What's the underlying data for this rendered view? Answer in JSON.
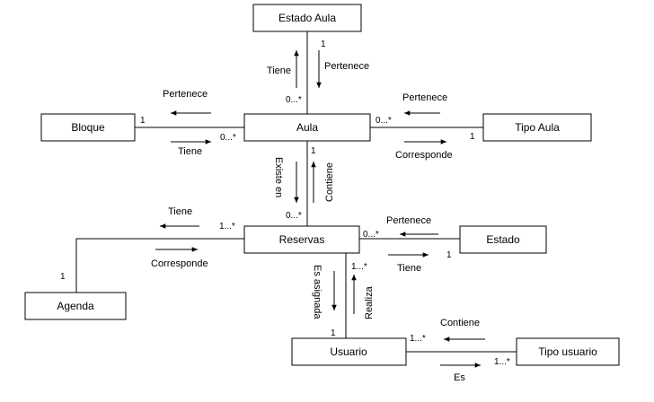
{
  "entities": {
    "estado_aula": "Estado Aula",
    "bloque": "Bloque",
    "aula": "Aula",
    "tipo_aula": "Tipo Aula",
    "reservas": "Reservas",
    "estado": "Estado",
    "agenda": "Agenda",
    "usuario": "Usuario",
    "tipo_usuario": "Tipo usuario"
  },
  "relations": {
    "aula_estado_aula": {
      "up_label": "Tiene",
      "down_label": "Pertenece",
      "mult_top": "1",
      "mult_bottom": "0...*"
    },
    "bloque_aula": {
      "top_label": "Pertenece",
      "bottom_label": "Tiene",
      "mult_left": "1",
      "mult_right": "0...*"
    },
    "aula_tipo_aula": {
      "top_label": "Pertenece",
      "bottom_label": "Corresponde",
      "mult_left": "0...*",
      "mult_right": "1"
    },
    "aula_reservas": {
      "left_label": "Existe en",
      "right_label": "Contiene",
      "mult_top": "1",
      "mult_bottom": "0...*"
    },
    "reservas_agenda": {
      "top_label": "Tiene",
      "bottom_label": "Corresponde",
      "mult_reservas": "1...*",
      "mult_agenda": "1"
    },
    "reservas_estado": {
      "top_label": "Pertenece",
      "bottom_label": "Tiene",
      "mult_left": "0...*",
      "mult_right": "1"
    },
    "reservas_usuario": {
      "left_label": "Es asignada",
      "right_label": "Realiza",
      "mult_top": "1...*",
      "mult_bottom": "1"
    },
    "usuario_tipo_usuario": {
      "top_label": "Contiene",
      "bottom_label": "Es",
      "mult_left": "1...*",
      "mult_right": "1...*"
    }
  }
}
